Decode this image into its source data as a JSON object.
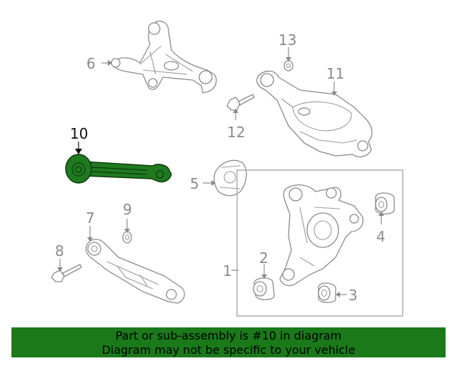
{
  "callouts": {
    "c1": "1",
    "c2": "2",
    "c3": "3",
    "c4": "4",
    "c5": "5",
    "c6": "6",
    "c7": "7",
    "c8": "8",
    "c9": "9",
    "c10": "10",
    "c11": "11",
    "c12": "12",
    "c13": "13"
  },
  "highlight_color": "#1f7a1f",
  "banner": {
    "line1": "Part or sub-assembly is #10 in diagram",
    "line2": "Diagram may not be specific to your vehicle",
    "color": "#1a7a1a"
  }
}
